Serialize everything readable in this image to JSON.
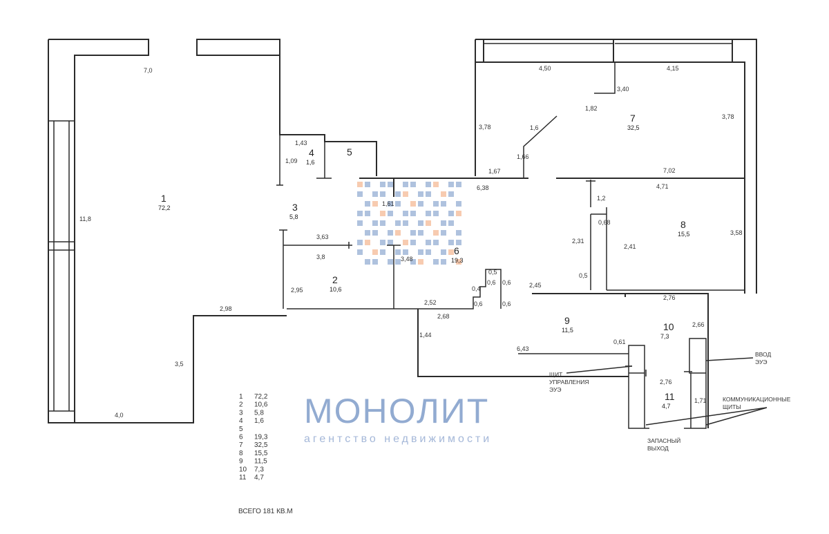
{
  "rooms": [
    {
      "n": "1",
      "a": "72,2"
    },
    {
      "n": "2",
      "a": "10,6"
    },
    {
      "n": "3",
      "a": "5,8"
    },
    {
      "n": "4",
      "a": "1,6"
    },
    {
      "n": "5",
      "a": ""
    },
    {
      "n": "6",
      "a": "19,3"
    },
    {
      "n": "7",
      "a": "32,5"
    },
    {
      "n": "8",
      "a": "15,5"
    },
    {
      "n": "9",
      "a": "11,5"
    },
    {
      "n": "10",
      "a": "7,3"
    },
    {
      "n": "11",
      "a": "4,7"
    }
  ],
  "dims": [
    "7,0",
    "11,8",
    "3,5",
    "4,0",
    "2,98",
    "1,43",
    "1,09",
    "3,63",
    "3,8",
    "2,95",
    "1,61",
    "3,48",
    "6,38",
    "4,50",
    "4,15",
    "3,40",
    "1,82",
    "3,78",
    "3,78",
    "1,6",
    "1,66",
    "1,67",
    "7,02",
    "4,71",
    "1,2",
    "0,68",
    "2,31",
    "2,41",
    "3,58",
    "0,5",
    "0,5",
    "0,6",
    "0,6",
    "0,4",
    "0,6",
    "0,6",
    "2,52",
    "2,68",
    "1,44",
    "6,43",
    "2,45",
    "2,76",
    "2,66",
    "0,61",
    "2,76",
    "1,71"
  ],
  "labels": {
    "shield": [
      "ЩИТ",
      "УПРАВЛЕНИЯ",
      "ЭУЭ"
    ],
    "input": [
      "ВВОД",
      "ЭУЭ"
    ],
    "comm": [
      "КОММУНИКАЦИОННЫЕ",
      "ЩИТЫ"
    ],
    "exit": [
      "ЗАПАСНЫЙ",
      "ВЫХОД"
    ]
  },
  "legend": {
    "rows": [
      [
        "1",
        "72,2"
      ],
      [
        "2",
        "10,6"
      ],
      [
        "3",
        "5,8"
      ],
      [
        "4",
        "1,6"
      ],
      [
        "5",
        ""
      ],
      [
        "6",
        "19,3"
      ],
      [
        "7",
        "32,5"
      ],
      [
        "8",
        "15,5"
      ],
      [
        "9",
        "11,5"
      ],
      [
        "10",
        "7,3"
      ],
      [
        "11",
        "4,7"
      ]
    ],
    "total": "ВСЕГО 181 КВ.М"
  },
  "watermark": {
    "brand": "МОНОЛИТ",
    "tagline": "агентство недвижимости",
    "colors": {
      "blue": "#6e8fc2",
      "orange": "#f0a070"
    }
  }
}
